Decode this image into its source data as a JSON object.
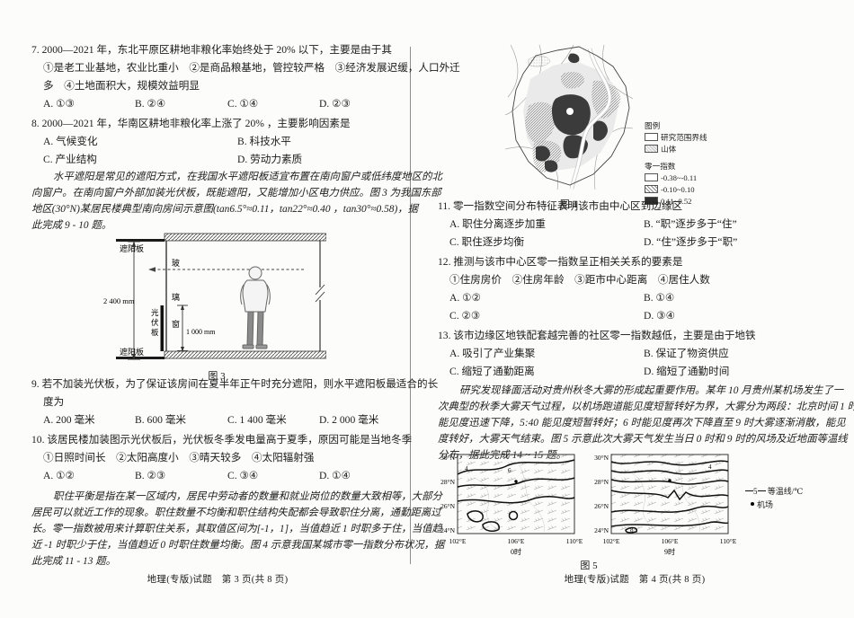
{
  "page3": {
    "q7": {
      "l1": "7. 2000—2021 年，东北平原区耕地非粮化率始终处于 20% 以下，主要是由于其",
      "l2": "①是老工业基地，农业比重小　②是商品粮基地，管控较严格　③经济发展迟缓，人口外迁",
      "l3": "多　④土地面积大，规模效益明显",
      "A": "A. ①③",
      "B": "B. ②④",
      "C": "C. ①④",
      "D": "D. ②③"
    },
    "q8": {
      "l1": "8. 2000—2021 年，华南区耕地非粮化率上涨了 20% ，主要影响因素是",
      "A": "A. 气候变化",
      "B": "B. 科技水平",
      "C": "C. 产业结构",
      "D": "D. 劳动力素质"
    },
    "para1": {
      "l1": "水平遮阳是常见的遮阳方式，在我国水平遮阳板适宜布置在南向窗户或低纬度地区的北",
      "l2": "向窗户。在南向窗户外部加装光伏板，既能遮阳，又能增加小区电力供应。图 3 为我国东部",
      "l3": "地区(30°N)某居民楼典型南向房间示意图(tan6.5°≈0.11，tan22°≈0.40 ，tan30°≈0.58)，据",
      "l4": "此完成 9 - 10 题。"
    },
    "q9": {
      "l1": "9. 若不加装光伏板，为了保证该房间在夏半年正午时充分遮阳，则水平遮阳板最适合的长",
      "l2": "度为",
      "A": "A. 200 毫米",
      "B": "B. 600 毫米",
      "C": "C. 1 400 毫米",
      "D": "D. 2 000 毫米"
    },
    "q10": {
      "l1": "10. 该居民楼加装图示光伏板后，光伏板冬季发电量高于夏季，原因可能是当地冬季",
      "l2": "①日照时间长　②太阳高度小　③晴天较多　④太阳辐射强",
      "A": "A. ①②",
      "B": "B. ②③",
      "C": "C. ③④",
      "D": "D. ①④"
    },
    "para2": {
      "l1": "职住平衡是指在某一区域内，居民中劳动者的数量和就业岗位的数量大致相等，大部分",
      "l2": "居民可以就近工作的现象。职住数量不均衡和职住结构失配都会导致职住分离，通勤距离过",
      "l3": "长。零一指数被用来计算职住关系，其取值区间为[-1，1]，当值趋近 1 时职多于住，当值趋",
      "l4": "近 -1 时职少于住，当值趋近 0 时职住数量均衡。图 4 示意我国某城市零一指数分布状况，据",
      "l5": "此完成 11 - 13 题。"
    },
    "footer": "地理(专版)试题　第 3 页(共 8 页)"
  },
  "figure3": {
    "labels": {
      "top_shade": "遮阳板",
      "bottom_shade": "遮阳板",
      "glass_top": "玻",
      "glass_bottom": "璃",
      "window": "窗",
      "pv": [
        "光",
        "伏",
        "板"
      ],
      "dim_height": "2 400 mm",
      "dim_window": "1 000 mm"
    },
    "caption": "图 3"
  },
  "page4": {
    "q11": {
      "l1": "11. 零一指数空间分布特征表明该市由中心区到边缘区",
      "A": "A. 职住分离逐步加重",
      "B": "B. “职”逐步多于“住”",
      "C": "C. 职住逐步均衡",
      "D": "D. “住”逐步多于“职”"
    },
    "q12": {
      "l1": "12. 推测与该市中心区零一指数呈正相关关系的要素是",
      "l2": "①住房房价　②住房年龄　③距市中心距离　④居住人数",
      "A": "A. ①②",
      "B": "B. ①④",
      "C": "C. ②③",
      "D": "D. ③④"
    },
    "q13": {
      "l1": "13. 该市边缘区地铁配套越完善的社区零一指数越低，主要是由于地铁",
      "A": "A. 吸引了产业集聚",
      "B": "B. 保证了物资供应",
      "C": "C. 缩短了通勤距离",
      "D": "D. 缩短了通勤时间"
    },
    "para1": {
      "l1": "研究发现锋面活动对贵州秋冬大雾的形成起重要作用。某年 10 月贵州某机场发生了一",
      "l2": "次典型的秋季大雾天气过程，以机场跑道能见度短暂转好为界，大雾分为两段：北京时间 1 时",
      "l3": "能见度迅速下降，5:40 能见度短暂转好；6 时能见度再次下降直至 9 时大雾逐渐消散，能见",
      "l4": "度转好，大雾天气结束。图 5 示意此次大雾天气发生当日 0 时和 9 时的风场及近地面等温线",
      "l5": "分布，据此完成 14 ~ 15 题。"
    },
    "footer": "地理(专版)试题　第 4 页(共 8 页)"
  },
  "figure4": {
    "legend": {
      "title": "图例",
      "boundary": "研究范围界线",
      "mountain": "山体",
      "index_title": "零一指数",
      "ranges": [
        "-0.38~-0.11",
        "-0.10~0.10",
        "0.11~0.52"
      ]
    },
    "caption": "图 4"
  },
  "figure5": {
    "maps": [
      {
        "label": "0时",
        "contour_labels": [
          "4",
          "6"
        ]
      },
      {
        "label": "9时",
        "contour_labels": [
          "4",
          "8"
        ]
      }
    ],
    "lat_ticks": [
      "30°N",
      "28°N",
      "26°N",
      "24°N"
    ],
    "lon_ticks": [
      "102°E",
      "106°E",
      "110°E"
    ],
    "legend": {
      "iso_value": "5",
      "iso_label": "等温线/℃",
      "airport": "机场"
    },
    "caption": "图 5"
  }
}
